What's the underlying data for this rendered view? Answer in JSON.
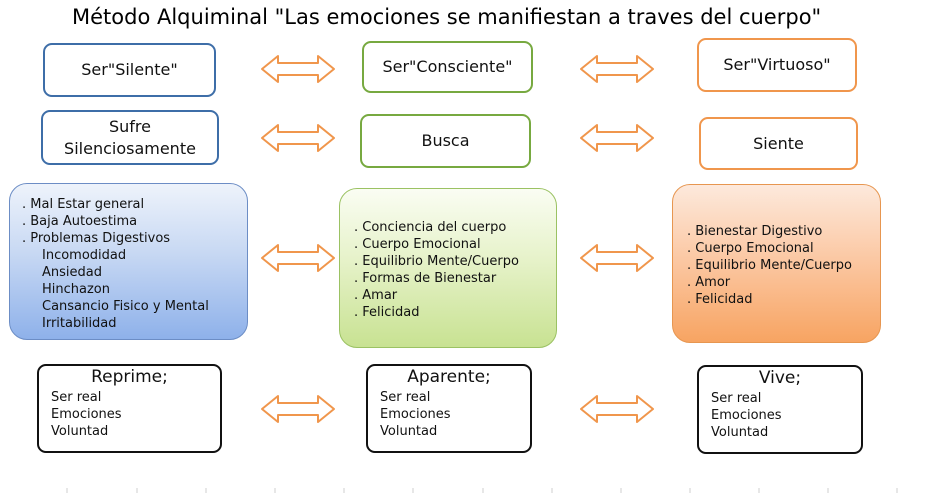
{
  "title": "Método Alquiminal \"Las emociones se manifiestan a traves del cuerpo\"",
  "colors": {
    "blue": "#3e6ea8",
    "green": "#77a940",
    "orange": "#f0964c",
    "arrow_outline": "#f0964c"
  },
  "row1": {
    "left": "Ser\"Silente\"",
    "middle": "Ser\"Consciente\"",
    "right": "Ser\"Virtuoso\""
  },
  "row2": {
    "left": "Sufre Silenciosamente",
    "middle": "Busca",
    "right": "Siente"
  },
  "row3": {
    "left": [
      ". Mal Estar general",
      ". Baja Autoestima",
      ". Problemas Digestivos"
    ],
    "left_sub": [
      "Incomodidad",
      "Ansiedad",
      "Hinchazon",
      "Cansancio Fisico y Mental",
      "Irritabilidad"
    ],
    "middle": [
      ".  Conciencia del cuerpo",
      ".  Cuerpo Emocional",
      ".  Equilibrio Mente/Cuerpo",
      ".  Formas de Bienestar",
      ".  Amar",
      ".  Felicidad"
    ],
    "right": [
      ".  Bienestar Digestivo",
      ".  Cuerpo Emocional",
      ".  Equilibrio Mente/Cuerpo",
      ".  Amor",
      ".  Felicidad"
    ]
  },
  "row4": {
    "left": {
      "head": "Reprime;",
      "items": [
        "Ser real",
        "Emociones",
        "Voluntad"
      ]
    },
    "middle": {
      "head": "Aparente;",
      "items": [
        "Ser real",
        "Emociones",
        "Voluntad"
      ]
    },
    "right": {
      "head": "Vive;",
      "items": [
        "Ser real",
        "Emociones",
        "Voluntad"
      ]
    }
  },
  "arrow_icon": "double-headed-arrow-icon"
}
